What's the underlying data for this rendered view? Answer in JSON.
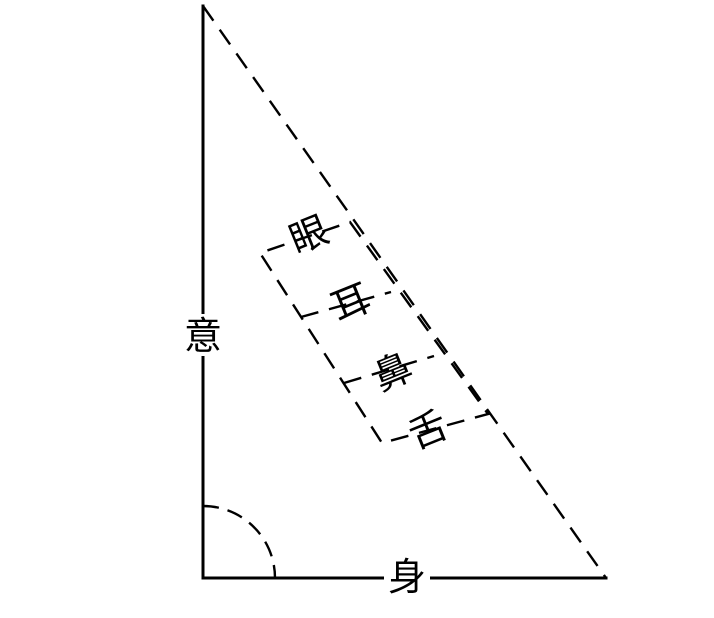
{
  "labels": {
    "vertical_side": "意",
    "horizontal_side": "身",
    "inner_1": "眼",
    "inner_2": "耳",
    "inner_3": "鼻",
    "inner_4": "舌"
  }
}
